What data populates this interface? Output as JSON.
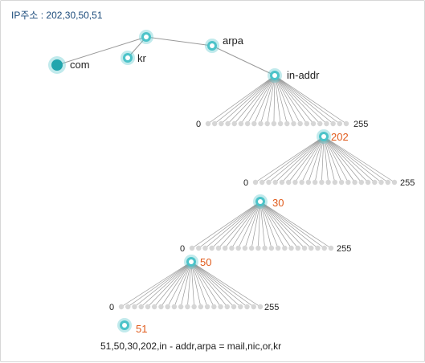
{
  "header": {
    "title": "IP주소 : 202,30,50,51"
  },
  "tree": {
    "root_labels": [
      "com",
      "kr",
      "arpa",
      "in-addr"
    ],
    "levels": [
      {
        "min_label": "0",
        "max_label": "255",
        "selected": "202"
      },
      {
        "min_label": "0",
        "max_label": "255",
        "selected": "30"
      },
      {
        "min_label": "0",
        "max_label": "255",
        "selected": "50"
      },
      {
        "min_label": "0",
        "max_label": "255",
        "selected": "51"
      }
    ]
  },
  "footer": {
    "text": "51,50,30,202,in - addr,arpa = mail,nic,or,kr"
  },
  "colors": {
    "node_ring": "#4cc3c9",
    "node_fill_dark": "#20a5ad",
    "leaf_dot": "#d6d6d6",
    "edge": "#9a9a9a",
    "selected_label": "#e05a1a",
    "title_text": "#1a4a7a"
  }
}
